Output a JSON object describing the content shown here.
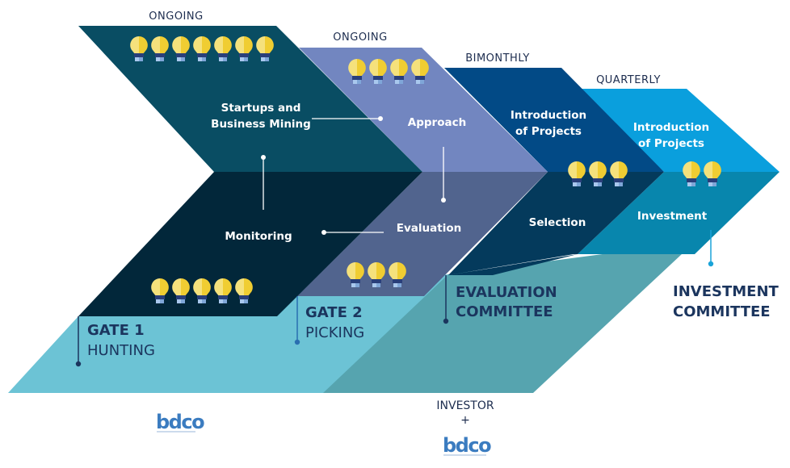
{
  "colors": {
    "band1_top": "#094d63",
    "band1_bottom": "#02273a",
    "band2_top": "#7286c0",
    "band2_bottom": "#51648e",
    "band3_top": "#024a86",
    "band3_bottom": "#043a5c",
    "band4_top": "#0a9fdd",
    "band4_bottom": "#0886ad",
    "base_light": "#6cc3d5",
    "base_mid": "#56a4af",
    "label_dark": "#1b355e",
    "bulb_light": "#f5e17c",
    "bulb_dark": "#f0cd32",
    "logo_blue": "#3b7cc0"
  },
  "frequencies": [
    {
      "label": "ONGOING"
    },
    {
      "label": "ONGOING"
    },
    {
      "label": "BIMONTHLY"
    },
    {
      "label": "QUARTERLY"
    }
  ],
  "stages": {
    "startups_line1": "Startups and",
    "startups_line2": "Business Mining",
    "approach": "Approach",
    "introduction1_line1": "Introduction",
    "introduction1_line2": "of Projects",
    "introduction2_line1": "Introduction",
    "introduction2_line2": "of Projects",
    "monitoring": "Monitoring",
    "evaluation": "Evaluation",
    "selection": "Selection",
    "investment": "Investment"
  },
  "bulb_counts": {
    "startups": 7,
    "approach": 4,
    "introduction1": 3,
    "introduction2": 2,
    "monitoring": 5,
    "evaluation": 3
  },
  "gates": {
    "gate1_title": "GATE 1",
    "gate1_sub": "HUNTING",
    "gate2_title": "GATE 2",
    "gate2_sub": "PICKING",
    "eval_line1": "EVALUATION",
    "eval_line2": "COMMITTEE",
    "invest_line1": "INVESTMENT",
    "invest_line2": "COMMITTEE"
  },
  "footer": {
    "logo_left": "bdco",
    "investor": "INVESTOR",
    "plus": "+",
    "logo_right": "bdco"
  }
}
